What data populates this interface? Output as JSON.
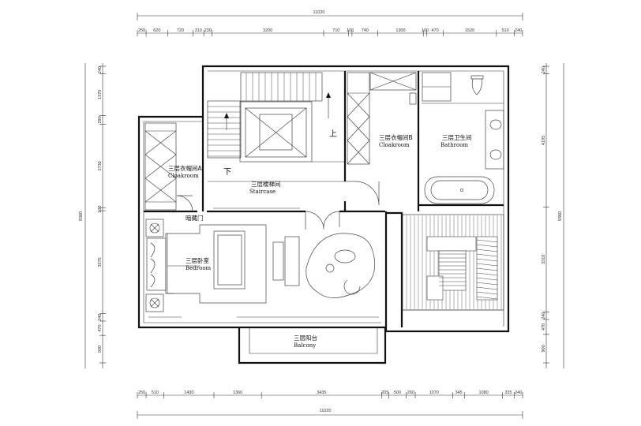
{
  "totals": {
    "top": "11020",
    "bottom": "11020",
    "left": "9360",
    "right": "9360"
  },
  "dims_top": [
    "250",
    "620",
    "720",
    "310",
    "230",
    "3200",
    "710",
    "100",
    "740",
    "1300",
    "100",
    "470",
    "1520",
    "510",
    "240"
  ],
  "dims_bottom": [
    "250",
    "510",
    "1430",
    "1360",
    "3435",
    "205",
    "500",
    "260",
    "1070",
    "345",
    "1080",
    "335",
    "240"
  ],
  "dims_left": [
    "240",
    "1370",
    "290",
    "2730",
    "100",
    "3375",
    "240",
    "470",
    "900"
  ],
  "dims_right": [
    "240",
    "4195",
    "3310",
    "240",
    "470",
    "900"
  ],
  "rooms": {
    "cloakroom_a": {
      "cn": "三层衣帽间A",
      "en": "Cloakroom"
    },
    "staircase": {
      "cn": "三层楼梯间",
      "en": "Staircase"
    },
    "cloakroom_b": {
      "cn": "三层衣帽间B",
      "en": "Cloakroom"
    },
    "bathroom": {
      "cn": "三层卫生间",
      "en": "Bathroom"
    },
    "bedroom": {
      "cn": "三层卧室",
      "en": "Bedroom"
    },
    "balcony": {
      "cn": "三层阳台",
      "en": "Balcony"
    }
  },
  "notes": {
    "up": "上",
    "down": "下",
    "hidden_door": "暗藏门"
  }
}
